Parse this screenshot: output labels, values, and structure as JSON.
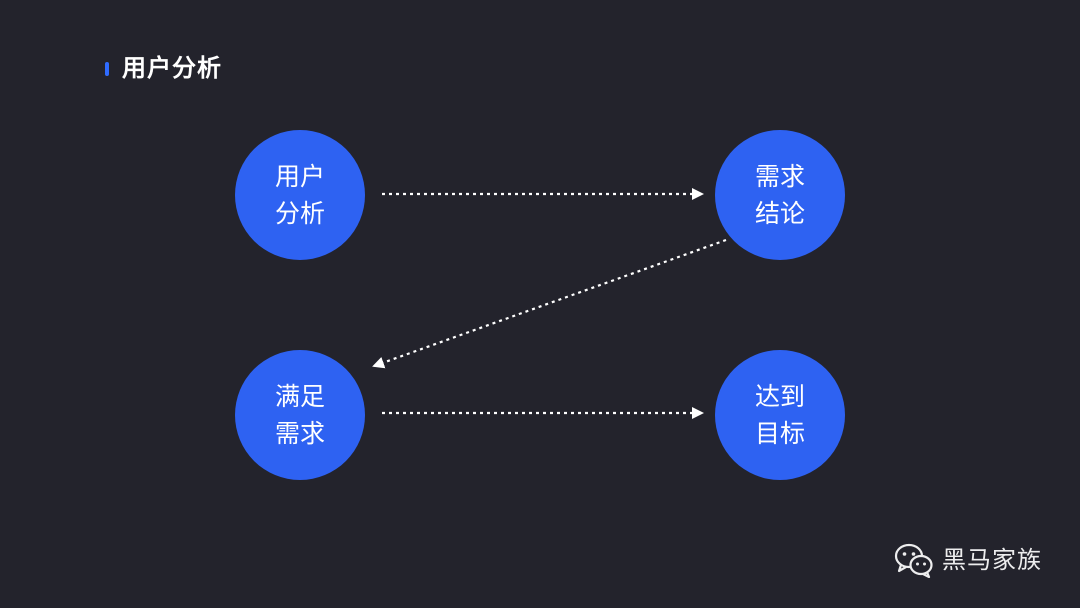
{
  "header": {
    "title": "用户分析"
  },
  "diagram": {
    "nodes": [
      {
        "id": "n1",
        "label": "用户分析"
      },
      {
        "id": "n2",
        "label": "需求结论"
      },
      {
        "id": "n3",
        "label": "满足需求"
      },
      {
        "id": "n4",
        "label": "达到目标"
      }
    ],
    "edges": [
      {
        "from": "n1",
        "to": "n2",
        "style": "dotted"
      },
      {
        "from": "n2",
        "to": "n3",
        "style": "dotted"
      },
      {
        "from": "n3",
        "to": "n4",
        "style": "dotted"
      }
    ]
  },
  "watermark": {
    "icon": "wechat-icon",
    "text": "黑马家族"
  },
  "colors": {
    "background": "#23232c",
    "node": "#2e62f2",
    "accent": "#2f6bff",
    "arrow": "#ffffff"
  }
}
